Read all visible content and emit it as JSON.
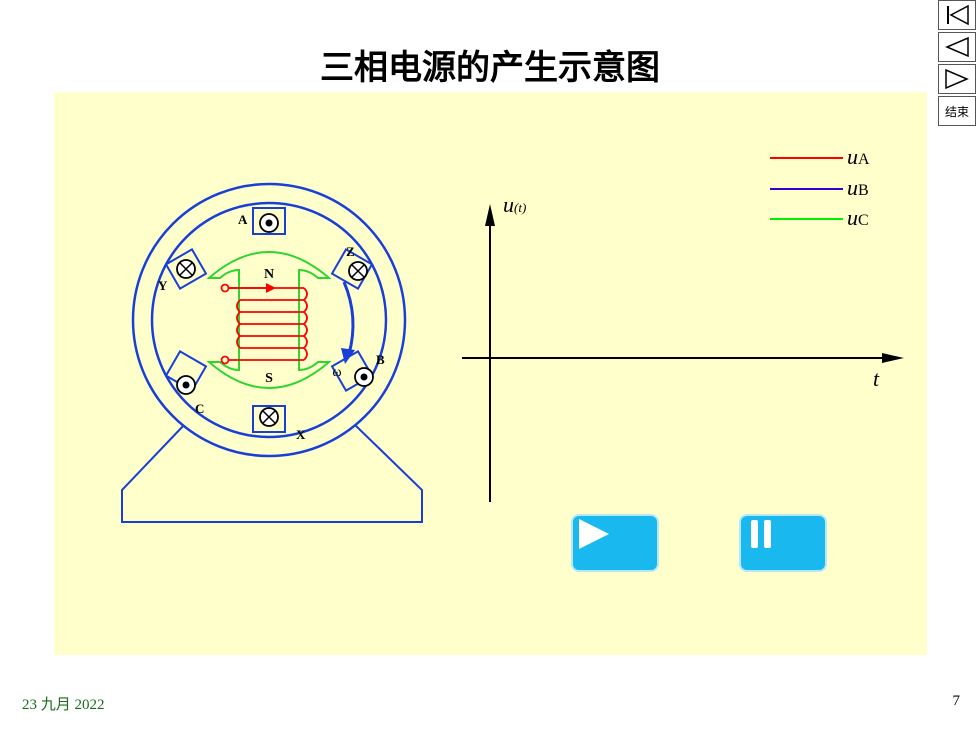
{
  "title": "三相电源的产生示意图",
  "nav": {
    "end_label": "结束"
  },
  "footer": {
    "date": "23 九月 2022",
    "page": "7"
  },
  "generator": {
    "terminals": [
      "A",
      "Z",
      "B",
      "X",
      "C",
      "Y"
    ],
    "poles": {
      "north": "N",
      "south": "S"
    },
    "omega": "ω"
  },
  "axes": {
    "y_label_main": "u",
    "y_label_sub": "(t)",
    "x_label": "t"
  },
  "legend": [
    {
      "main": "u",
      "sub": "A",
      "color": "#ff0000"
    },
    {
      "main": "u",
      "sub": "B",
      "color": "#3300cc"
    },
    {
      "main": "u",
      "sub": "C",
      "color": "#00ee00"
    }
  ],
  "colors": {
    "frame": "#1a3fd6",
    "coil": "#ff0000",
    "rotor": "#2fd52f",
    "panel": "#ffffcc",
    "button": "#19b8ee"
  },
  "icons": {
    "nav": [
      "first-page-icon",
      "prev-page-icon",
      "next-page-icon"
    ],
    "controls": [
      "play-icon",
      "pause-icon"
    ]
  }
}
